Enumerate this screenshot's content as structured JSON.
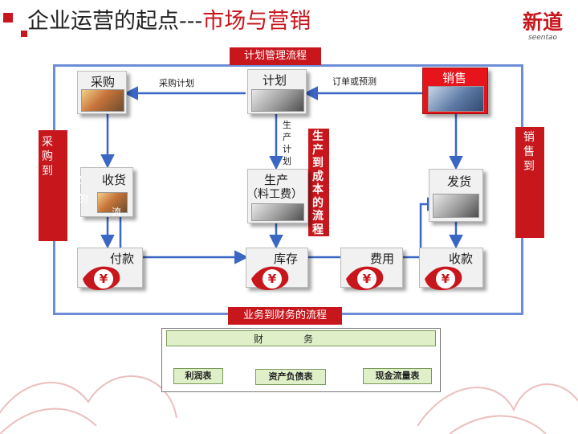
{
  "title": {
    "prefix": "企业运营的起点---",
    "accent": "市场与营销"
  },
  "logo": {
    "cn": "新道",
    "en": "seentao"
  },
  "banners": {
    "top": "计划管理流程",
    "bottom": "业务到财务的流程"
  },
  "nodes": {
    "purchase": "采购",
    "plan": "计划",
    "sales": "销售",
    "receive": "收货",
    "production": "生产",
    "production_sub": "（料工费）",
    "ship": "发货",
    "pay": "付款",
    "inventory": "库存",
    "expense": "费用",
    "collect": "收款"
  },
  "edge_labels": {
    "purchase_plan": "采购计划",
    "order_forecast": "订单或预测",
    "production_plan": "生产计划"
  },
  "vertical_bars": {
    "left": "采购到",
    "center": "生产到成本的流程",
    "right": "销售到"
  },
  "overlay_fragments": {
    "a": "款",
    "b": "的",
    "c": "流"
  },
  "finance_tree": {
    "root_left": "财",
    "root_right": "务",
    "leaves": [
      "利润表",
      "资产负债表",
      "现金流量表"
    ]
  },
  "colors": {
    "accent": "#c8161d",
    "frame": "#6d8cd6",
    "arrow": "#3a66c4",
    "finance_fill": "#dff0c8"
  },
  "icons": [
    "yen-coin-icon",
    "yen-coin-icon",
    "yen-coin-icon",
    "yen-coin-icon"
  ]
}
